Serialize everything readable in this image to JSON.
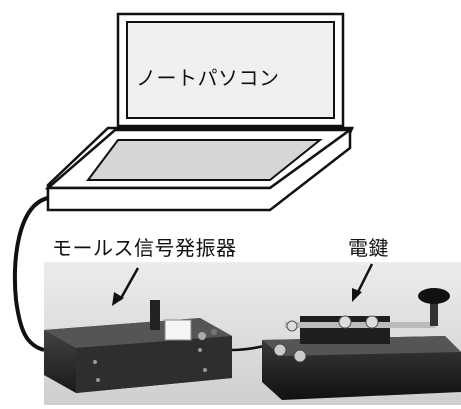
{
  "labels": {
    "laptop": "ノートパソコン",
    "oscillator": "モールス信号発振器",
    "key": "電鍵"
  },
  "colors": {
    "outline": "#111111",
    "screen": "#f0f0f0",
    "keyboard": "#d8d8d8",
    "photo_bg": "#e6e6e6",
    "device_body": "#2a2a2a"
  }
}
